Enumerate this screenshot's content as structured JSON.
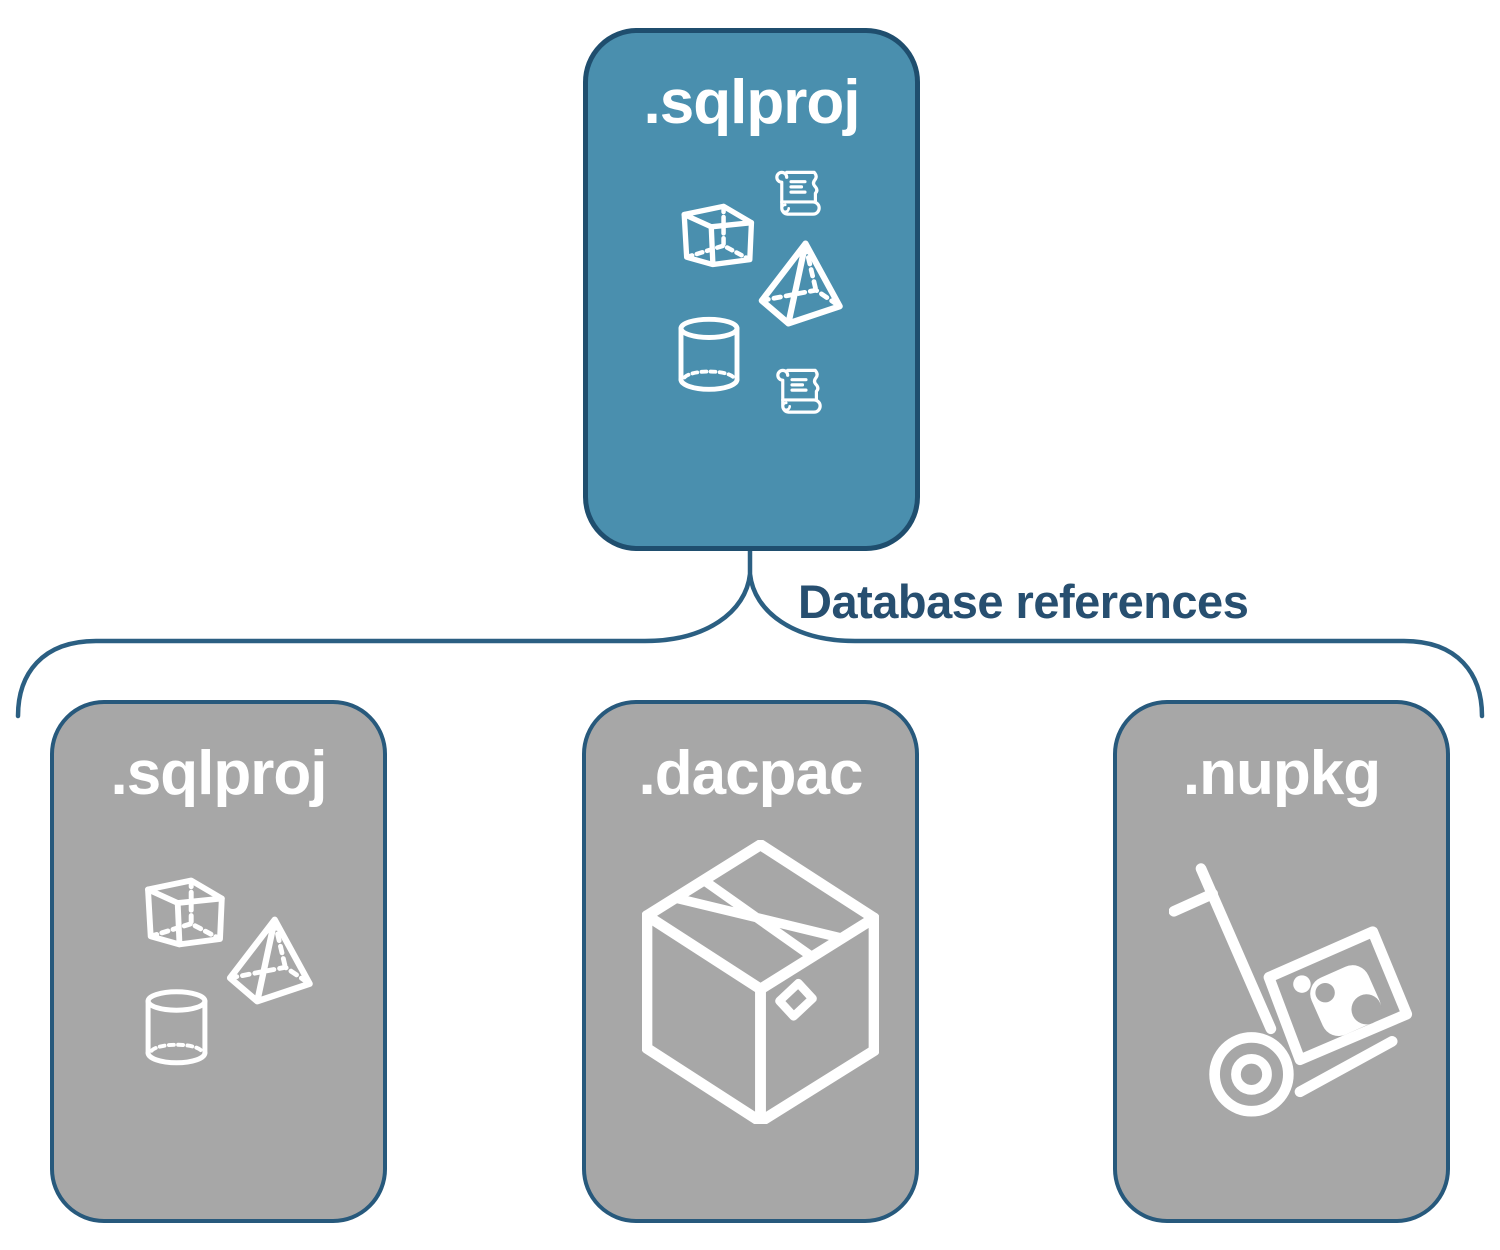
{
  "diagram": {
    "root": {
      "label": ".sqlproj",
      "icons": [
        "cube-icon",
        "script-scroll-icon",
        "pyramid-icon",
        "database-cylinder-icon",
        "script-scroll-icon"
      ]
    },
    "connector": {
      "label": "Database references"
    },
    "children": [
      {
        "label": ".sqlproj",
        "icons": [
          "cube-icon",
          "pyramid-icon",
          "database-cylinder-icon"
        ]
      },
      {
        "label": ".dacpac",
        "icons": [
          "package-box-icon"
        ]
      },
      {
        "label": ".nupkg",
        "icons": [
          "nuget-handtruck-icon"
        ]
      }
    ],
    "colors": {
      "background": "#FFFFFF",
      "root_fill": "#4A8FAE",
      "root_outline": "#1F4E6E",
      "child_fill": "#A7A7A7",
      "child_outline": "#27597C",
      "connector_line": "#2B5F82",
      "connector_text": "#274F70",
      "node_text": "#FFFFFF",
      "icon": "#FFFFFF"
    }
  }
}
